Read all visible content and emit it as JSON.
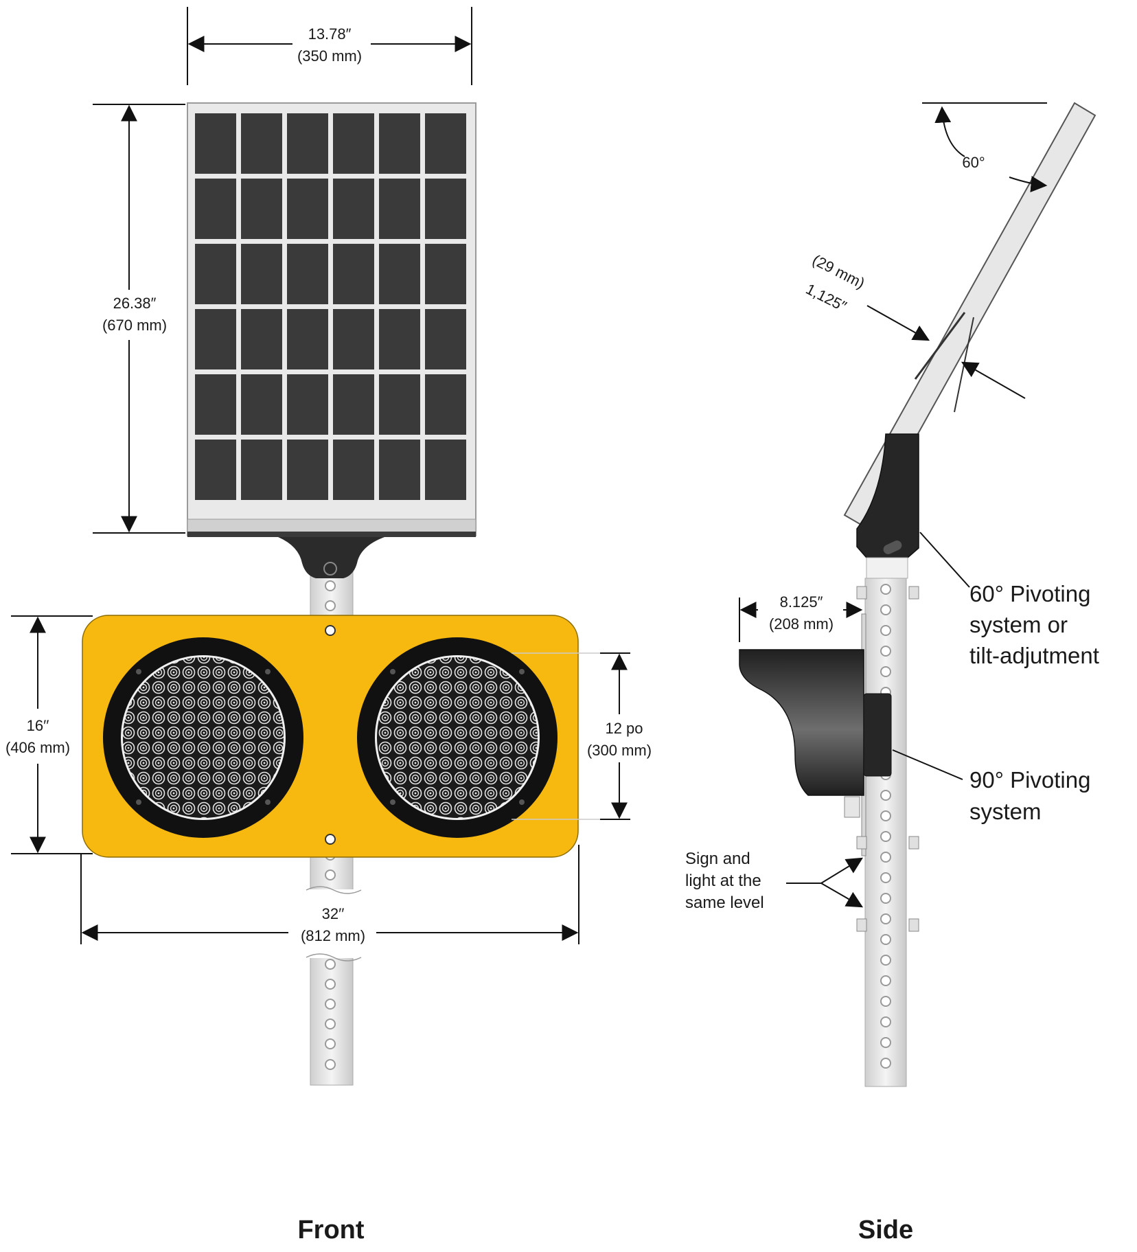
{
  "front": {
    "width_panel_in": "13.78″",
    "width_panel_mm": "(350 mm)",
    "height_panel_in": "26.38″",
    "height_panel_mm": "(670 mm)",
    "sign_height_in": "16′′",
    "sign_height_mm": "(406 mm)",
    "light_diam_in": "12 po",
    "light_diam_mm": "(300 mm)",
    "sign_width_in": "32′′",
    "sign_width_mm": "(812 mm)",
    "label": "Front"
  },
  "side": {
    "angle_label": "60°",
    "thickness_mm": "(29 mm)",
    "thickness_in": "1,125″",
    "depth_in": "8.125″",
    "depth_mm": "(208 mm)",
    "callout_60": [
      "60° Pivoting",
      "system or",
      "tilt-adjutment"
    ],
    "callout_90": [
      "90° Pivoting",
      "system"
    ],
    "callout_level": [
      "Sign and",
      "light at the",
      "same level"
    ],
    "label": "Side"
  },
  "colors": {
    "sign_yellow": "#f7b80f",
    "solar_cell": "#3a3a3a",
    "housing": "#2b2b2b"
  }
}
